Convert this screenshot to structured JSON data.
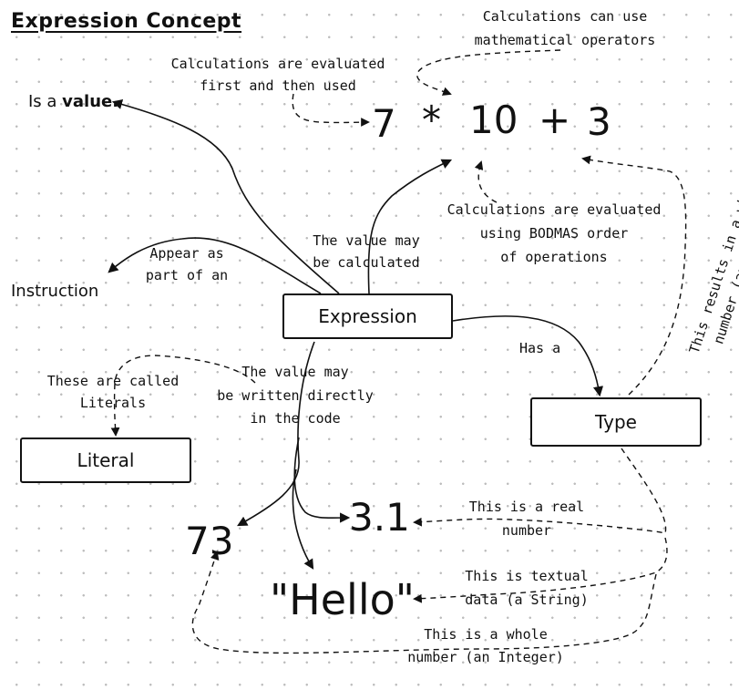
{
  "title": "Expression Concept",
  "nodes": {
    "expression": "Expression",
    "type": "Type",
    "literal": "Literal",
    "instruction": "Instruction",
    "is_a_value_prefix": "Is a ",
    "is_a_value_bold": "value."
  },
  "formula": {
    "n7": "7",
    "op_mul": "*",
    "n10": "10",
    "op_add": "+",
    "n3": "3"
  },
  "literals": {
    "v73": "73",
    "v31": "3.1",
    "vhello": "\"Hello\""
  },
  "annotations": {
    "calc_operators_1": "Calculations can use",
    "calc_operators_2": "mathematical operators",
    "calc_first_1": "Calculations are evaluated",
    "calc_first_2": "first and then used",
    "bodmas_1": "Calculations are evaluated",
    "bodmas_2": "using BODMAS order",
    "bodmas_3": "of operations",
    "calculated_1": "The value may",
    "calculated_2": "be calculated",
    "appear_1": "Appear as",
    "appear_2": "part of an",
    "literals_1": "These are called",
    "literals_2": "Literals",
    "written_1": "The value may",
    "written_2": "be written directly",
    "written_3": "in the code",
    "has_a": "Has a",
    "results_1": "This results in a whole",
    "results_2": "number (an Integer)",
    "real_1": "This is a real",
    "real_2": "number",
    "textual_1": "This is textual",
    "textual_2": "data (a String)",
    "whole_1": "This is a whole",
    "whole_2": "number (an Integer)"
  }
}
